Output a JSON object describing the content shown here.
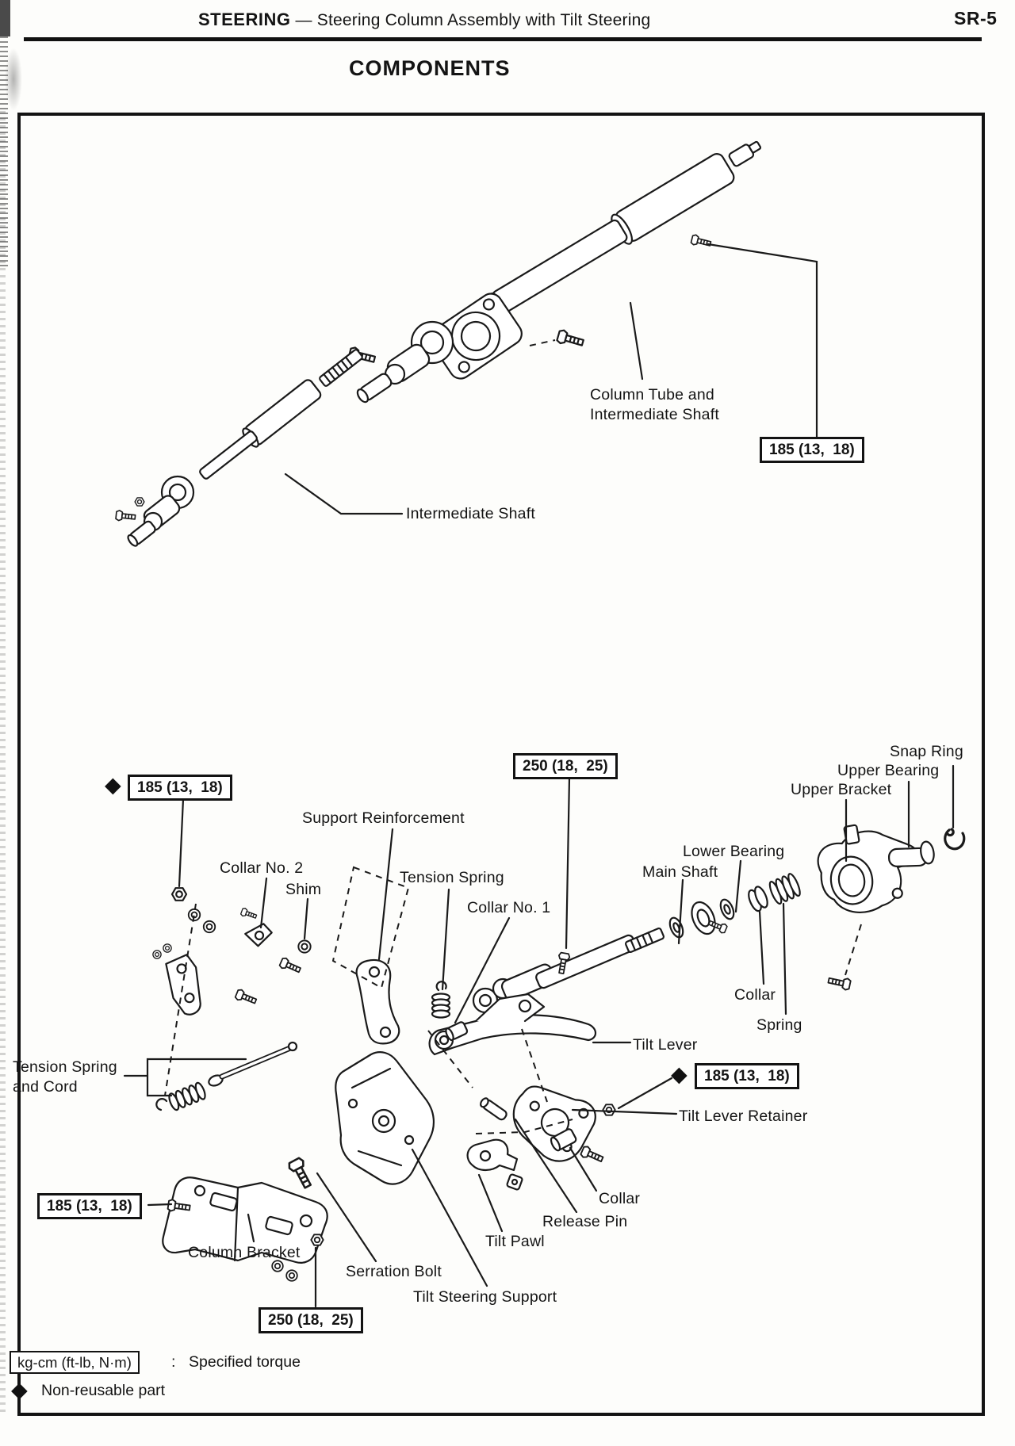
{
  "header": {
    "section": "STEERING",
    "dash": "—",
    "subtitle": " Steering Column Assembly with Tilt Steering",
    "page_number": "SR-5"
  },
  "title": "COMPONENTS",
  "labels": {
    "column_tube_line1": "Column Tube and",
    "column_tube_line2": "Intermediate Shaft",
    "intermediate_shaft": "Intermediate Shaft",
    "snap_ring": "Snap Ring",
    "upper_bearing": "Upper Bearing",
    "upper_bracket": "Upper Bracket",
    "support_reinforcement": "Support Reinforcement",
    "collar_no2": "Collar No. 2",
    "shim": "Shim",
    "tension_spring": "Tension Spring",
    "collar_no1": "Collar No. 1",
    "lower_bearing": "Lower Bearing",
    "main_shaft": "Main Shaft",
    "collar_upper": "Collar",
    "spring": "Spring",
    "tilt_lever": "Tilt Lever",
    "tilt_lever_retainer": "Tilt Lever Retainer",
    "tension_spring_cord_line1": "Tension Spring",
    "tension_spring_cord_line2": "and Cord",
    "collar_lower": "Collar",
    "release_pin": "Release Pin",
    "tilt_pawl": "Tilt Pawl",
    "column_bracket": "Column Bracket",
    "serration_bolt": "Serration Bolt",
    "tilt_steering_support": "Tilt Steering Support"
  },
  "torque_boxes": {
    "column_tube": "185 (13,  18)",
    "support_upper": "250 (18,  25)",
    "mount_nut": "185 (13,  18)",
    "tilt_lever_nut": "185 (13,  18)",
    "column_bracket_bolt": "185 (13,  18)",
    "serration_bolt_nut": "250 (18,  25)"
  },
  "legend": {
    "unit_box": "kg-cm (ft-lb, N·m)",
    "colon": ":",
    "torque_meaning": "Specified torque",
    "diamond": "◆",
    "non_reusable": "Non-reusable part"
  }
}
